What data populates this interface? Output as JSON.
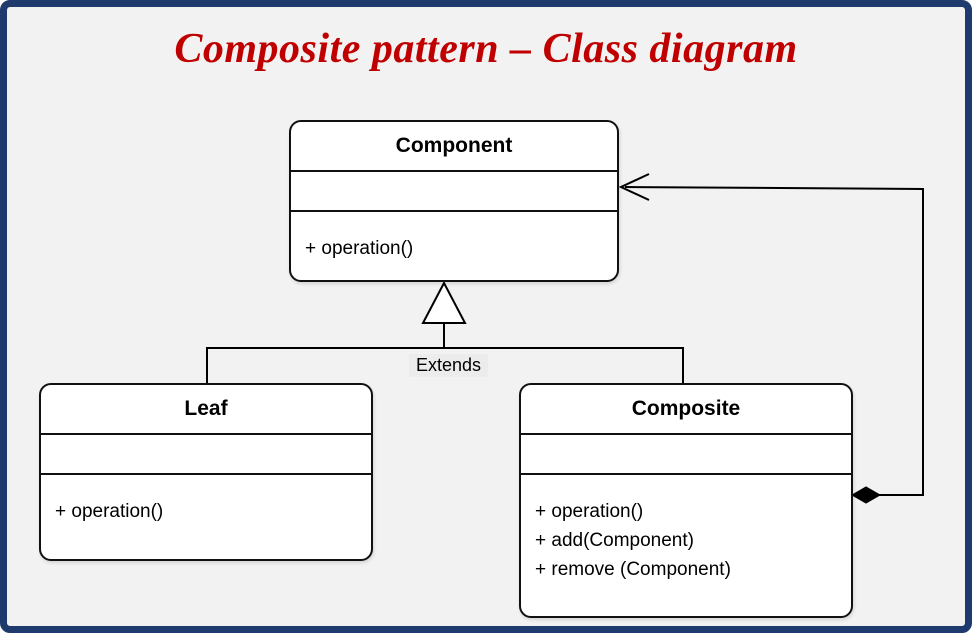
{
  "title": "Composite pattern – Class diagram",
  "classes": {
    "component": {
      "name": "Component",
      "methods": [
        "+ operation()"
      ]
    },
    "leaf": {
      "name": "Leaf",
      "methods": [
        "+ operation()"
      ]
    },
    "composite": {
      "name": "Composite",
      "methods": [
        "+ operation()",
        "+ add(Component)",
        "+ remove (Component)"
      ]
    }
  },
  "labels": {
    "extends": "Extends"
  },
  "colors": {
    "frame_border": "#1f3b6e",
    "background": "#f2f2f2",
    "title_text": "#c00000",
    "box_fill": "#ffffff",
    "line": "#000000"
  }
}
